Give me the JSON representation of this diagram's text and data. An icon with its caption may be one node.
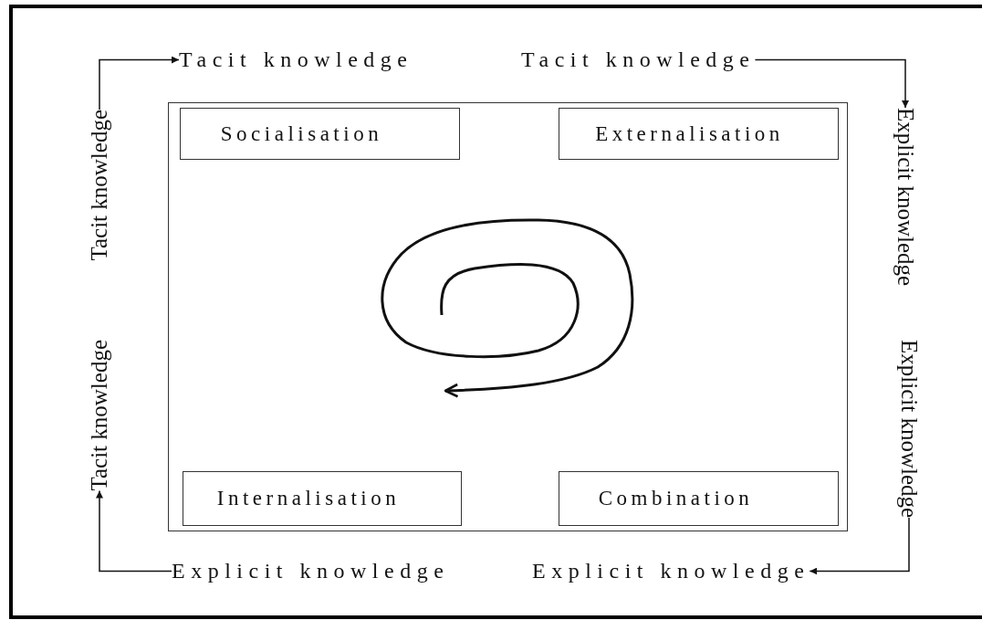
{
  "diagram": {
    "nodes": [
      {
        "text": [
          "Tacit knowledge"
        ]
      },
      {
        "text": [
          "Tacit knowledge"
        ]
      },
      {
        "text": [
          "Tacit knowledge"
        ]
      },
      {
        "text": [
          "Explicit knowledge"
        ]
      },
      {
        "text": [],
        "shape": "box"
      },
      {
        "text": [
          "Socialisation"
        ],
        "in": 4
      },
      {
        "text": [
          "Externalisation"
        ],
        "in": 4
      },
      {
        "text": [
          "Internalisation"
        ],
        "in": 4
      },
      {
        "text": [
          "Combination"
        ],
        "in": 4
      },
      {
        "text": [
          "Tacit knowledge"
        ]
      },
      {
        "text": [
          "Explicit knowledge"
        ]
      },
      {
        "text": [
          "Explicit knowledge"
        ]
      },
      {
        "text": [
          "Explicit knowledge"
        ]
      }
    ],
    "edges": [
      {
        "from": 2,
        "to": 0,
        "arrow": "to"
      },
      {
        "from": 1,
        "to": 3,
        "arrow": "to"
      },
      {
        "from": 10,
        "to": 12,
        "arrow": "to"
      },
      {
        "from": 11,
        "to": 9,
        "arrow": "to"
      }
    ]
  }
}
